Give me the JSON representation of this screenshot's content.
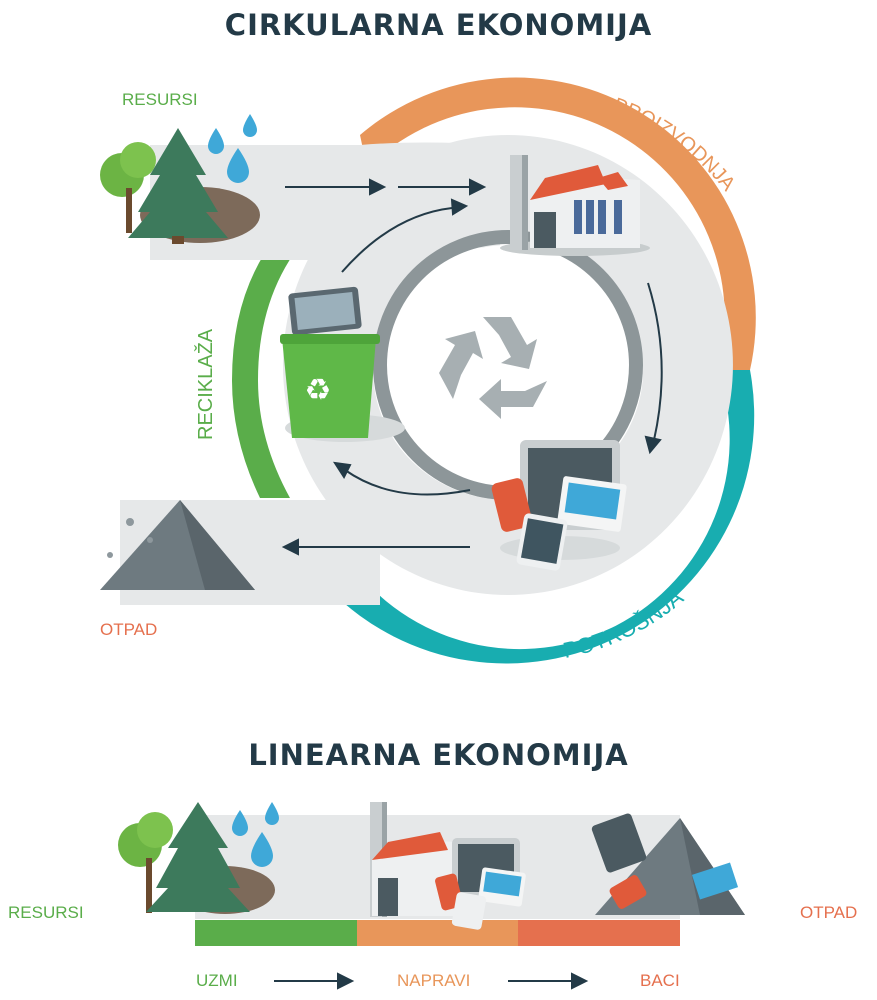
{
  "circular": {
    "title": "CIRKULARNA EKONOMIJA",
    "labels": {
      "resources": "RESURSI",
      "production": "PROIZVODNJA",
      "consumption": "POTROŠNJA",
      "recycling": "RECIKLAŽA",
      "waste": "OTPAD"
    }
  },
  "linear": {
    "title": "LINEARNA EKONOMIJA",
    "labels": {
      "resources": "RESURSI",
      "waste": "OTPAD",
      "take": "UZMI",
      "make": "NAPRAVI",
      "dispose": "BACI"
    }
  },
  "colors": {
    "title": "#233a47",
    "green": "#5aad4a",
    "orange": "#e8965a",
    "teal": "#18adb0",
    "red": "#e5704e",
    "gray_band": "#e4e6e7",
    "gray_ring": "#8d9699"
  },
  "icons": [
    "tree-icon",
    "water-drop-icon",
    "factory-icon",
    "devices-icon",
    "recycle-bin-icon",
    "recycle-symbol-icon",
    "waste-pile-icon",
    "arrow-icon"
  ]
}
